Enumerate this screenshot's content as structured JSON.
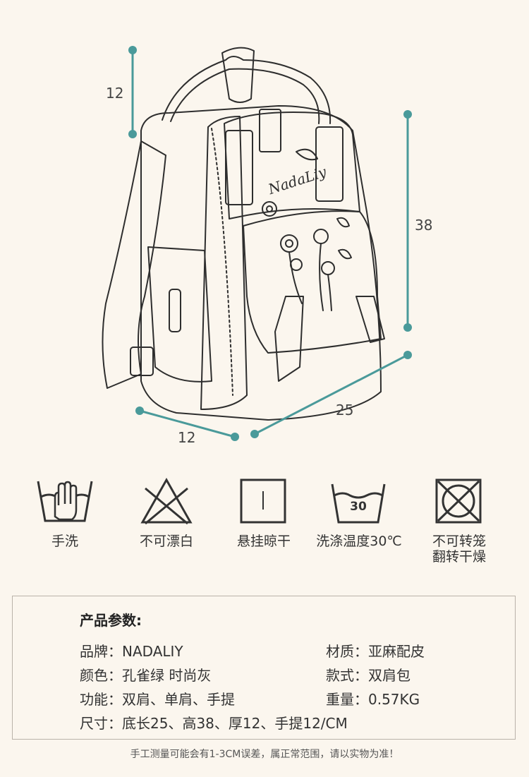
{
  "dimensions": {
    "handle_height": "12",
    "height": "38",
    "width": "25",
    "depth": "12"
  },
  "brand_embroidery": "NadaLiy",
  "care_symbols": [
    {
      "icon": "hand-wash-icon",
      "label": "手洗"
    },
    {
      "icon": "no-bleach-icon",
      "label": "不可漂白"
    },
    {
      "icon": "line-dry-icon",
      "label": "悬挂晾干"
    },
    {
      "icon": "wash-30-icon",
      "label": "洗涤温度30℃",
      "temp": "30"
    },
    {
      "icon": "no-tumble-dry-icon",
      "label_line1": "不可转笼",
      "label_line2": "翻转干燥"
    }
  ],
  "specs": {
    "title": "产品参数:",
    "brand": "品牌：NADALIY",
    "material": "材质：亚麻配皮",
    "color": "颜色：孔雀绿 时尚灰",
    "style": "款式：双肩包",
    "function": "功能：双肩、单肩、手提",
    "weight": "重量：0.57KG",
    "size": "尺寸：底长25、高38、厚12、手提12/CM"
  },
  "footnote": "手工测量可能会有1-3CM误差，属正常范围，请以实物为准！",
  "colors": {
    "accent": "#4a9a9a",
    "background": "#fbf6ee"
  }
}
